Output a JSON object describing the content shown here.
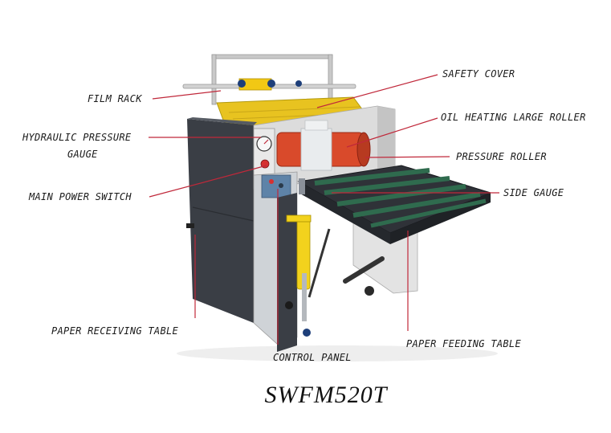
{
  "labels": {
    "film_rack": "FILM RACK",
    "hydraulic_pressure_gauge_line1": "HYDRAULIC PRESSURE",
    "hydraulic_pressure_gauge_line2": "GAUGE",
    "main_power_switch": "MAIN POWER SWITCH",
    "paper_receiving_table": "PAPER RECEIVING TABLE",
    "control_panel": "CONTROL PANEL",
    "safety_cover": "SAFETY COVER",
    "oil_heating_large_roller": "OIL HEATING LARGE ROLLER",
    "pressure_roller": "PRESSURE ROLLER",
    "side_gauge": "SIDE GAUGE",
    "paper_feeding_table": "PAPER FEEDING TABLE"
  },
  "model": "SWFM520T",
  "colors": {
    "leader_line": "#c0283a",
    "cabinet": "#3a3e45",
    "cover": "#e8c320",
    "roller": "#d94a2b",
    "belt": "#2f6b4e",
    "cylinder": "#f2d21d",
    "panel": "#5e83a8"
  }
}
